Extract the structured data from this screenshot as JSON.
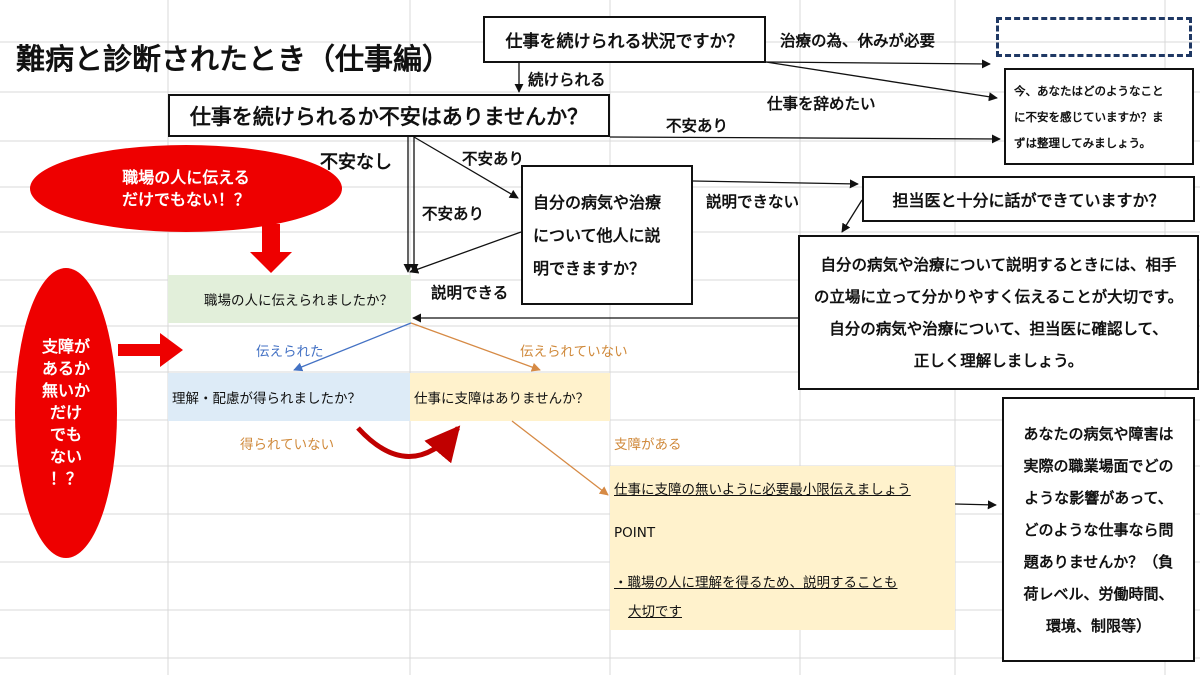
{
  "title": "難病と診断されたとき（仕事編）",
  "boxes": {
    "can_continue": "仕事を続けられる状況ですか？",
    "anxiety_question": "仕事を続けられるか不安はありませんか？",
    "explain_question": "自分の病気や治療\nについて他人に説\n明できますか？",
    "doctor_question": "担当医と十分に話ができていますか？",
    "doctor_advice": "自分の病気や治療について説明するときには、相手\nの立場に立って分かりやすく伝えることが大切です。\n自分の病気や治療について、担当医に確認して、\n正しく理解しましょう。",
    "anxiety_note": "今、あなたはどのようなこと\nに不安を感じていますか？ま\nずは整理してみましょう。",
    "impact_question": "あなたの病気や障害は\n実際の職業場面でどの\nような影響があって、\nどのような仕事なら問\n題ありませんか？（負\n荷レベル、労働時間、\n環境、制限等）"
  },
  "labels": {
    "treatment_rest": "治療の為、休みが必要",
    "can_continue_yes": "続けられる",
    "want_quit": "仕事を辞めたい",
    "anxious_1": "不安あり",
    "no_anxiety": "不安なし",
    "anxious_2": "不安あり",
    "anxious_3": "不安あり",
    "cannot_explain": "説明できない",
    "can_explain": "説明できる",
    "told": "伝えられた",
    "not_told": "伝えられていない",
    "not_obtained": "得られていない",
    "has_obstacle": "支障がある"
  },
  "cells": {
    "told_at_work": "職場の人に伝えられましたか？",
    "understanding": "理解・配慮が得られましたか？",
    "work_obstacle": "仕事に支障はありませんか？",
    "minimum_tell": "仕事に支障の無いように必要最小限伝えましょう",
    "point": "POINT",
    "point_detail_1": "・職場の人に理解を得るため、説明することも",
    "point_detail_2": "大切です"
  },
  "callouts": {
    "not_only_tell": "職場の人に伝える\nだけでもない！？",
    "obstacle_check": "支障が\nあるか\n無いか\nだけ\nでも\nない\n！？"
  },
  "colors": {
    "accent_red": "#ee0000",
    "dark_red": "#c00000",
    "green_cell": "#e2efda",
    "blue_cell": "#ddebf7",
    "yellow_cell": "#fff2cc",
    "blue_arrow": "#4472c4",
    "orange_arrow": "#d68a45",
    "orange_text": "#d08a3c",
    "blue_text": "#4472c4",
    "dashed_border": "#1f3864"
  }
}
